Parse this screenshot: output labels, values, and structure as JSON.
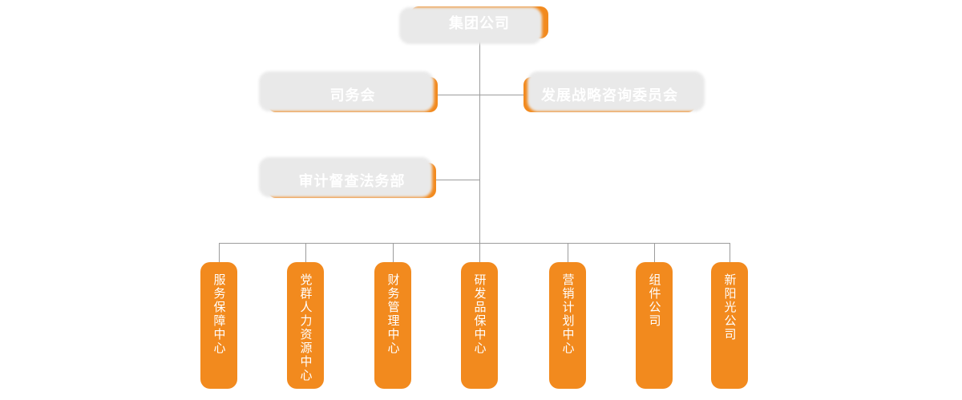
{
  "colors": {
    "node_orange": "#f28a1e",
    "node_text": "#ffffff",
    "connector_gray": "#9c9c9c",
    "shadow_gray": "#e9e9e9",
    "background": "#ffffff"
  },
  "org_chart": {
    "root": {
      "label": "集团公司"
    },
    "level2": [
      {
        "label": "司务会"
      },
      {
        "label": "发展战略咨询委员会"
      }
    ],
    "level3": {
      "label": "审计督查法务部"
    },
    "divisions": [
      {
        "label": "服务保障中心"
      },
      {
        "label": "党群人力资源中心"
      },
      {
        "label": "财务管理中心"
      },
      {
        "label": "研发品保中心"
      },
      {
        "label": "营销计划中心"
      },
      {
        "label": "组件公司"
      },
      {
        "label": "新阳光公司"
      }
    ]
  }
}
